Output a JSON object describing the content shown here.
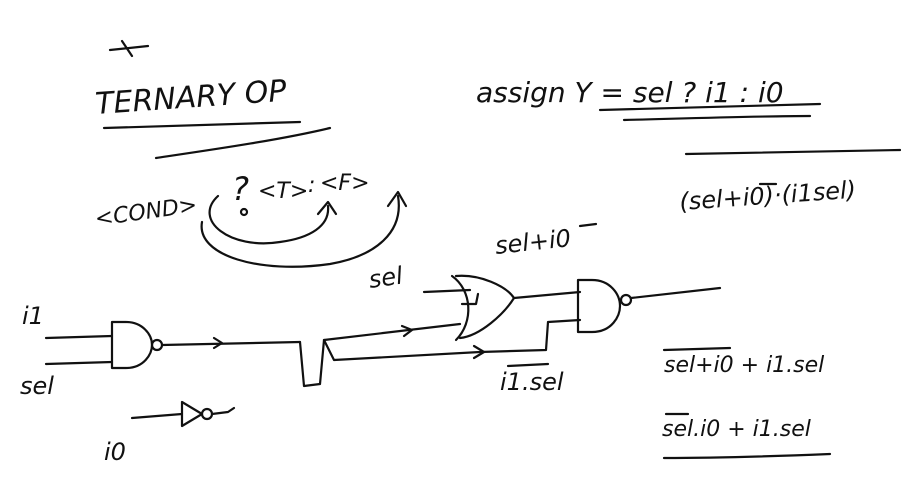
{
  "whiteboard": {
    "title": "TERNARY OP",
    "syntax": {
      "cond": "<COND>",
      "question_mark": "?",
      "true_part": "<T>",
      "colon": ":",
      "false_part": "<F>"
    },
    "assign_statement": "assign Y = sel ? i1 : i0",
    "input_labels": {
      "i1": "i1",
      "sel": "sel",
      "i0": "i0"
    },
    "wire_labels": {
      "sel_top": "sel",
      "or_output": "sel+i0",
      "and_output": "i1.sel"
    },
    "equations": {
      "nand_form": "(sel+i0)·(i1sel)",
      "sum_form": "sel+i0 + i1.sel",
      "simplified": "sel.i0 + i1.sel"
    },
    "ink_color": "#111111"
  }
}
